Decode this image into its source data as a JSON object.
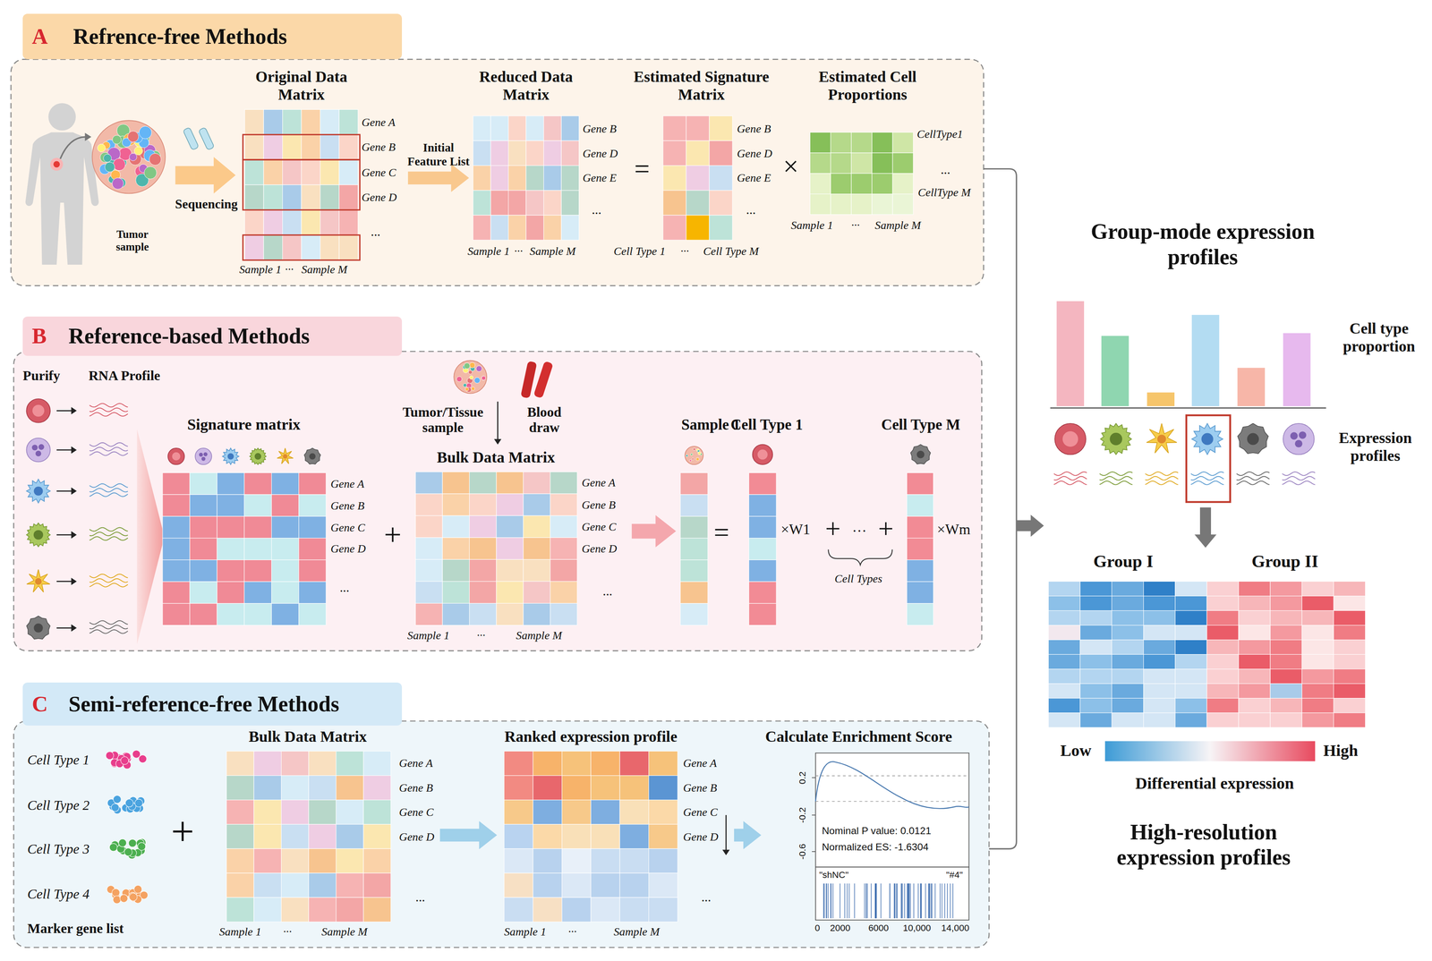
{
  "diagram": {
    "nodes": [
      {
        "text": [
          "A",
          "Refrence-free Methods"
        ]
      },
      {
        "text": [
          "Original Data Matrix"
        ],
        "in": 0
      },
      {
        "text": [
          "Reduced Data Matrix"
        ],
        "in": 0
      },
      {
        "text": [
          "Estimated Signature Matrix"
        ],
        "in": 0
      },
      {
        "text": [
          "Estimated Cell Proportions"
        ],
        "in": 0
      },
      {
        "text": [
          "B",
          "Reference-based Methods"
        ]
      },
      {
        "text": [
          "Signature matrix"
        ],
        "in": 5
      },
      {
        "text": [
          "Bulk Data Matrix"
        ],
        "in": 5
      },
      {
        "text": [
          "Sample 1"
        ],
        "in": 5
      },
      {
        "text": [
          "Cell Type 1"
        ],
        "in": 5
      },
      {
        "text": [
          "Cell Type M"
        ],
        "in": 5
      },
      {
        "text": [
          "C",
          "Semi-reference-free Methods"
        ]
      },
      {
        "text": [
          "Bulk Data Matrix"
        ],
        "in": 11
      },
      {
        "text": [
          "Ranked expression profile"
        ],
        "in": 11
      },
      {
        "text": [
          "Calculate Enrichment Score",
          "Nominal P value: 0.0121",
          "Normalized ES: -1.6304"
        ],
        "in": 11
      },
      {
        "text": [
          "Group I",
          "Group II"
        ]
      }
    ],
    "edges": [
      {
        "from": 1,
        "to": 2,
        "label": "Initial Feature List",
        "arrow": "to"
      },
      {
        "from": 7,
        "to": 8,
        "arrow": "to"
      },
      {
        "from": 12,
        "to": 13,
        "arrow": "to"
      },
      {
        "from": 13,
        "to": 14,
        "arrow": "to"
      }
    ],
    "labels": [
      "Tumor sample",
      "Sequencing",
      "Gene A",
      "Gene B",
      "Gene C",
      "Gene D",
      "...",
      "Sample 1",
      "···",
      "Sample M",
      "Gene B",
      "Gene D",
      "Gene E",
      "...",
      "Sample 1",
      "···",
      "Sample M",
      "=",
      "Gene B",
      "Gene D",
      "Gene E",
      "...",
      "Cell Type 1",
      "···",
      "Cell Type M",
      "×",
      "CellType1",
      "...",
      "CellType M",
      "Sample 1",
      "···",
      "Sample M",
      "Purify",
      "RNA Profile",
      "Gene A",
      "Gene B",
      "Gene C",
      "Gene D",
      "...",
      "+",
      "Tumor/Tissue sample",
      "Blood draw",
      "Gene A",
      "Gene B",
      "Gene C",
      "Gene D",
      "...",
      "Sample 1",
      "···",
      "Sample M",
      "=",
      "×W1",
      "+",
      "···",
      "+",
      "Cell Types",
      "×Wm",
      "Cell Type 1",
      "Cell Type 2",
      "Cell Type 3",
      "Cell Type 4",
      "Marker gene list",
      "+",
      "Gene A",
      "Gene B",
      "Gene C",
      "Gene D",
      "...",
      "Sample 1",
      "···",
      "Sample M",
      "Gene A",
      "Gene B",
      "Gene C",
      "Gene D",
      "...",
      "Sample 1",
      "···",
      "Sample M",
      "0.2",
      "-0.2",
      "-0.6",
      "\"shNC\"",
      "\"#4\"",
      "0",
      "2000",
      "6000",
      "10,000",
      "14,000",
      "Group-mode expression profiles",
      "Cell type proportion",
      "Expression profiles",
      "Low",
      "High",
      "Differential expression",
      "High-resolution expression profiles"
    ]
  }
}
